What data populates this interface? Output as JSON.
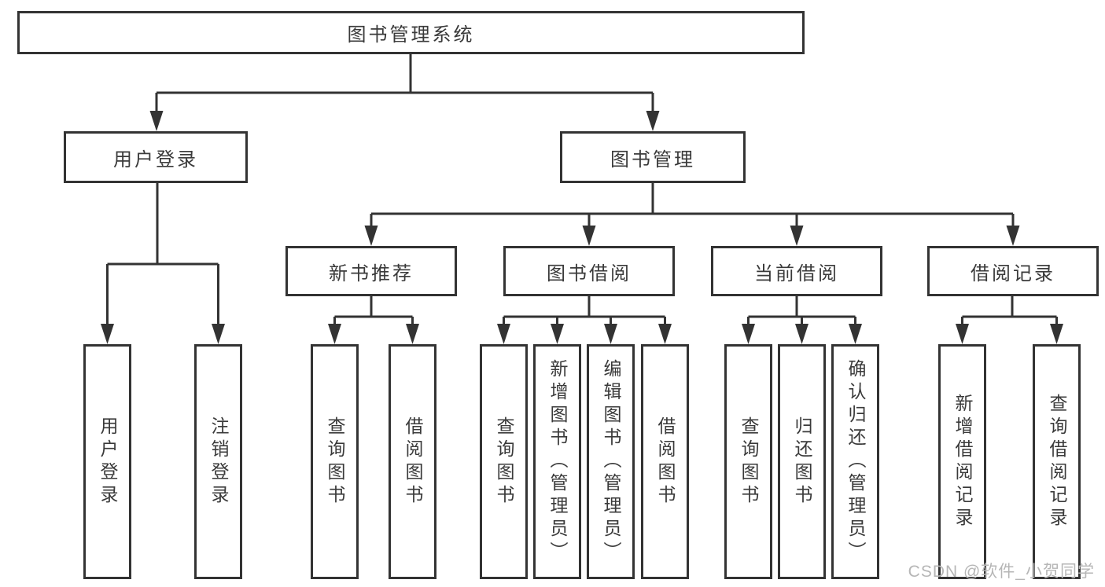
{
  "colors": {
    "line": "#333333",
    "box_border": "#333333",
    "box_fill": "#ffffff",
    "text": "#3a3a3a",
    "watermark": "#b6b6b6"
  },
  "watermark": {
    "text": "CSDN @软件_小贺同学"
  },
  "diagram": {
    "type": "hierarchy-tree",
    "root": {
      "label": "图书管理系统",
      "children": [
        {
          "label": "用户登录",
          "children": [
            {
              "label": "用户登录"
            },
            {
              "label": "注销登录"
            }
          ]
        },
        {
          "label": "图书管理",
          "children": [
            {
              "label": "新书推荐",
              "children": [
                {
                  "label": "查询图书"
                },
                {
                  "label": "借阅图书"
                }
              ]
            },
            {
              "label": "图书借阅",
              "children": [
                {
                  "label": "查询图书"
                },
                {
                  "label": "新增图书（管理员）"
                },
                {
                  "label": "编辑图书（管理员）"
                },
                {
                  "label": "借阅图书"
                }
              ]
            },
            {
              "label": "当前借阅",
              "children": [
                {
                  "label": "查询图书"
                },
                {
                  "label": "归还图书"
                },
                {
                  "label": "确认归还（管理员）"
                }
              ]
            },
            {
              "label": "借阅记录",
              "children": [
                {
                  "label": "新增借阅记录"
                },
                {
                  "label": "查询借阅记录"
                }
              ]
            }
          ]
        }
      ]
    }
  }
}
